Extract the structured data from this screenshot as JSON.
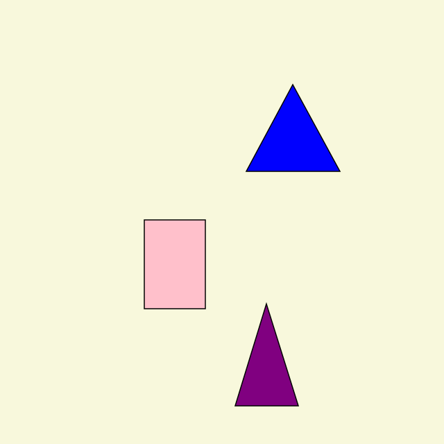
{
  "canvas": {
    "background": "#f8f8dc"
  },
  "shapes": [
    {
      "kind": "triangle",
      "name": "blue-triangle",
      "fill": "#0000ff",
      "stroke": "#000000"
    },
    {
      "kind": "rectangle",
      "name": "pink-rectangle",
      "fill": "#ffc0cb",
      "stroke": "#000000"
    },
    {
      "kind": "triangle",
      "name": "purple-triangle",
      "fill": "#800080",
      "stroke": "#000000"
    }
  ]
}
